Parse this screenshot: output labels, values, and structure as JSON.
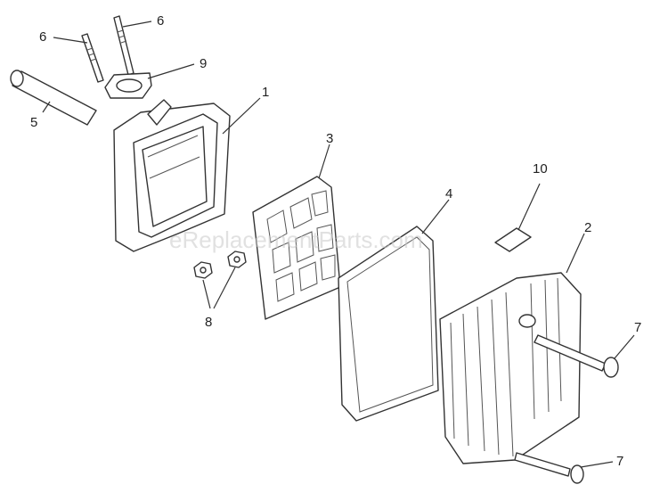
{
  "watermark": "eReplacementParts.com",
  "callouts": {
    "c1": "1",
    "c2": "2",
    "c3": "3",
    "c4": "4",
    "c5": "5",
    "c6a": "6",
    "c6b": "6",
    "c7a": "7",
    "c7b": "7",
    "c8": "8",
    "c9": "9",
    "c10": "10"
  }
}
